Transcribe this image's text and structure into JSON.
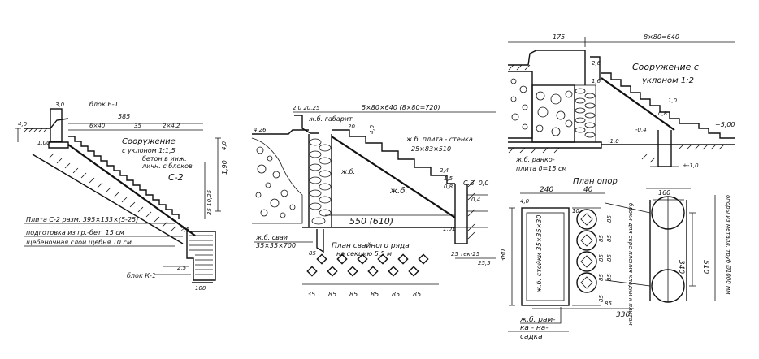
{
  "left": {
    "top_dim": "3,0",
    "dim_40": "4,0",
    "dim_100": "1,00",
    "block_b1": "блок Б-1",
    "dim_585": "585",
    "step_dims": "6×40",
    "dim_35": "35",
    "step_dims2": "2×4,2",
    "structure_label_1": "Сооружение",
    "structure_label_2": "с уклоном 1:1,5",
    "concrete_1": "бетон в инж.",
    "concrete_2": "личн. с блоков",
    "slab_c2": "С-2",
    "dim_190": "1,90",
    "dim_35_10": "35 10,25",
    "dim_40_right": "4,0",
    "dim_25": "2,5",
    "slab_spec": "Плита С-2 разм. 395×133×(5-25)",
    "prep_layer": "подготовка из гр.-бет. 15 см",
    "crushed_layer": "щебеночная слой щебня 10 см",
    "dim_25b": "2,5",
    "block_k": "блок К-1",
    "dim_100b": "100"
  },
  "middle": {
    "top_pre": "2,0 20,25",
    "top_dim": "5×80×640  (8×80=720)",
    "gabion": "ж.б. габарит",
    "dim_20": "20",
    "dim_426": "4,26",
    "dim_40": "4,0",
    "slab_wall": "ж.б. плита - стенка",
    "slab_wall_dims": "25×83×510",
    "dim_24": "2,4",
    "slope_label": "ж.б.",
    "pile_label": "ж.б.",
    "dim_15": "1,5",
    "dim_08": "0,8",
    "dim_cb": "С.В. 0,0",
    "dim_04": "0,4",
    "dim_550": "550 (610)",
    "dim_101": "1,01",
    "pile_note_1": "ж.б. сваи",
    "pile_note_2": "35×35×700",
    "plan_title_1": "План свайного ряда",
    "plan_title_2": "на секцию 5,5 м",
    "dim_85": "85",
    "bottom_dims": [
      "35",
      "85",
      "85",
      "85",
      "85",
      "85"
    ],
    "dim_under": "25 тек-25",
    "dim_255": "25,5"
  },
  "right": {
    "top_175": "175",
    "top_dim": "8×80=640",
    "dim_26": "2,6",
    "structure_1": "Сооружение с",
    "structure_2": "уклоном 1:2",
    "dim_16": "1,6",
    "dim_10": "1,0",
    "dim_08": "0,8",
    "dim_500": "+5,00",
    "dim_04": "-0,4",
    "dim_minus10": "-1,0",
    "dim_minus10b": "+-1,0",
    "slab_note_1": "ж.б. ранко-",
    "slab_note_2": "плита δ=15 см",
    "support_plan": "План опор",
    "dim_240": "240",
    "dim_40": "40",
    "dim_160": "160",
    "dim_380": "380",
    "dim_40v": "4,0",
    "col_vert": "ж.б. стойки 35×35×30",
    "col_dims": [
      "85",
      "85",
      "85",
      "85"
    ],
    "col_dims2": [
      "85",
      "85",
      "85",
      "85"
    ],
    "dim_85": "85",
    "dim_10b": "10",
    "dim_340": "340",
    "dim_510": "510",
    "support_note": "блоки для скре-пления кладки к плитам",
    "pipe_note": "опоры из металл. труб Ø1000 мм",
    "dim_330": "330",
    "gabion_1": "ж.б. рам-",
    "gabion_2": "ка - на-",
    "gabion_3": "садка"
  }
}
